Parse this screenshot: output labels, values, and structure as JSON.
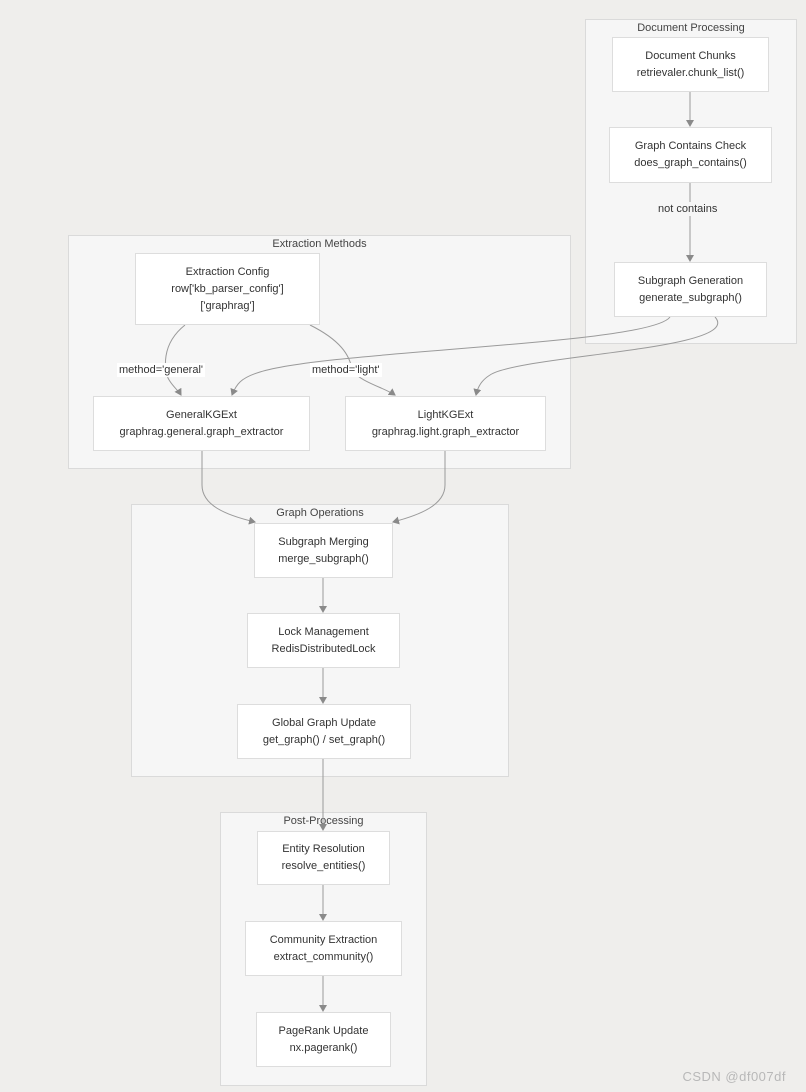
{
  "clusters": {
    "document_processing": "Document Processing",
    "extraction_methods": "Extraction Methods",
    "graph_operations": "Graph Operations",
    "post_processing": "Post-Processing"
  },
  "nodes": {
    "document_chunks": [
      "Document Chunks",
      "retrievaler.chunk_list()"
    ],
    "graph_contains_check": [
      "Graph Contains Check",
      "does_graph_contains()"
    ],
    "subgraph_generation": [
      "Subgraph Generation",
      "generate_subgraph()"
    ],
    "extraction_config": [
      "Extraction Config",
      "row['kb_parser_config']",
      "['graphrag']"
    ],
    "general_kg_ext": [
      "GeneralKGExt",
      "graphrag.general.graph_extractor"
    ],
    "light_kg_ext": [
      "LightKGExt",
      "graphrag.light.graph_extractor"
    ],
    "subgraph_merging": [
      "Subgraph Merging",
      "merge_subgraph()"
    ],
    "lock_management": [
      "Lock Management",
      "RedisDistributedLock"
    ],
    "global_graph_update": [
      "Global Graph Update",
      "get_graph() / set_graph()"
    ],
    "entity_resolution": [
      "Entity Resolution",
      "resolve_entities()"
    ],
    "community_extraction": [
      "Community Extraction",
      "extract_community()"
    ],
    "pagerank_update": [
      "PageRank Update",
      "nx.pagerank()"
    ]
  },
  "edge_labels": {
    "not_contains": "not contains",
    "method_general": "method='general'",
    "method_light": "method='light'"
  },
  "watermark": "CSDN @df007df"
}
